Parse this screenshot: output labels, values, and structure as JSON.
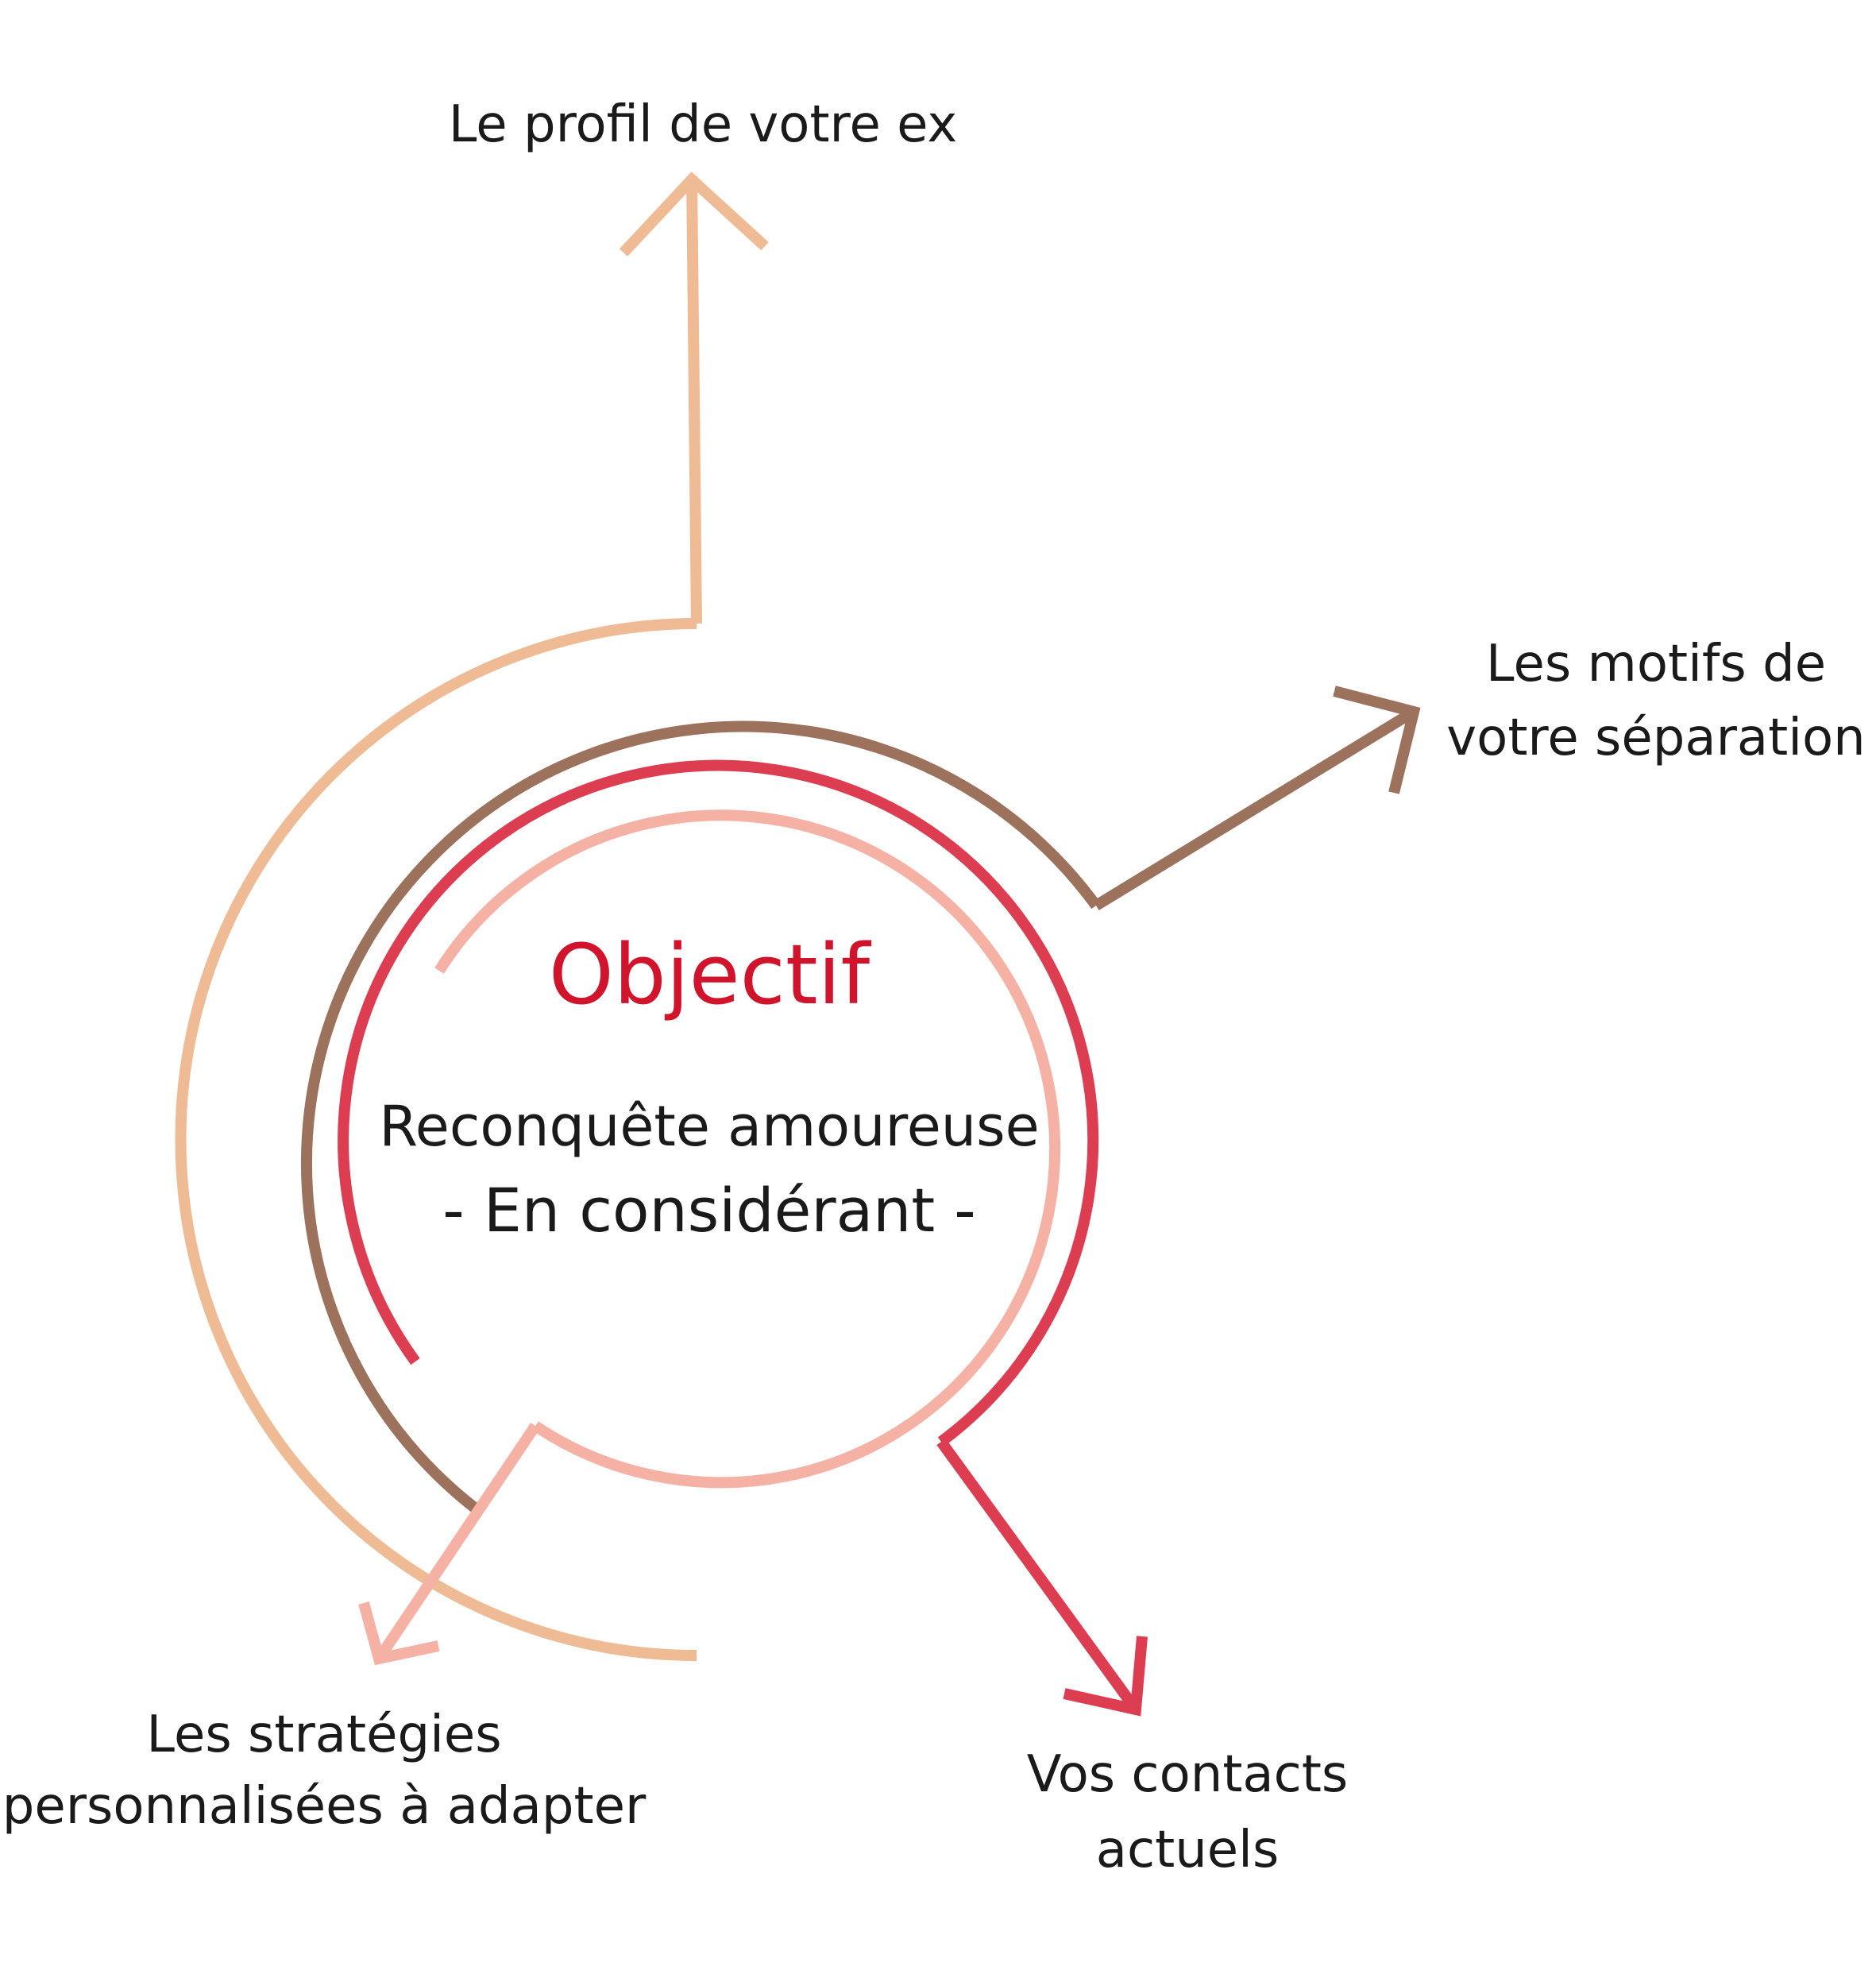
{
  "center": {
    "title": "Objectif",
    "subtitle": "Reconquête amoureuse",
    "subtitle2": "- En considérant -"
  },
  "labels": {
    "profile": "Le profil de votre ex",
    "motifs_line1": "Les motifs de",
    "motifs_line2": "votre séparation",
    "strategies_line1": "Les stratégies",
    "strategies_line2": "personnalisées à adapter",
    "contacts_line1": "Vos contacts",
    "contacts_line2": "actuels"
  },
  "colors": {
    "peach": "#efbb95",
    "brown": "#9c725c",
    "red": "#dd3d50",
    "pink": "#f5b1a4",
    "title_red": "#d0142c",
    "text": "#1a1a1a"
  }
}
